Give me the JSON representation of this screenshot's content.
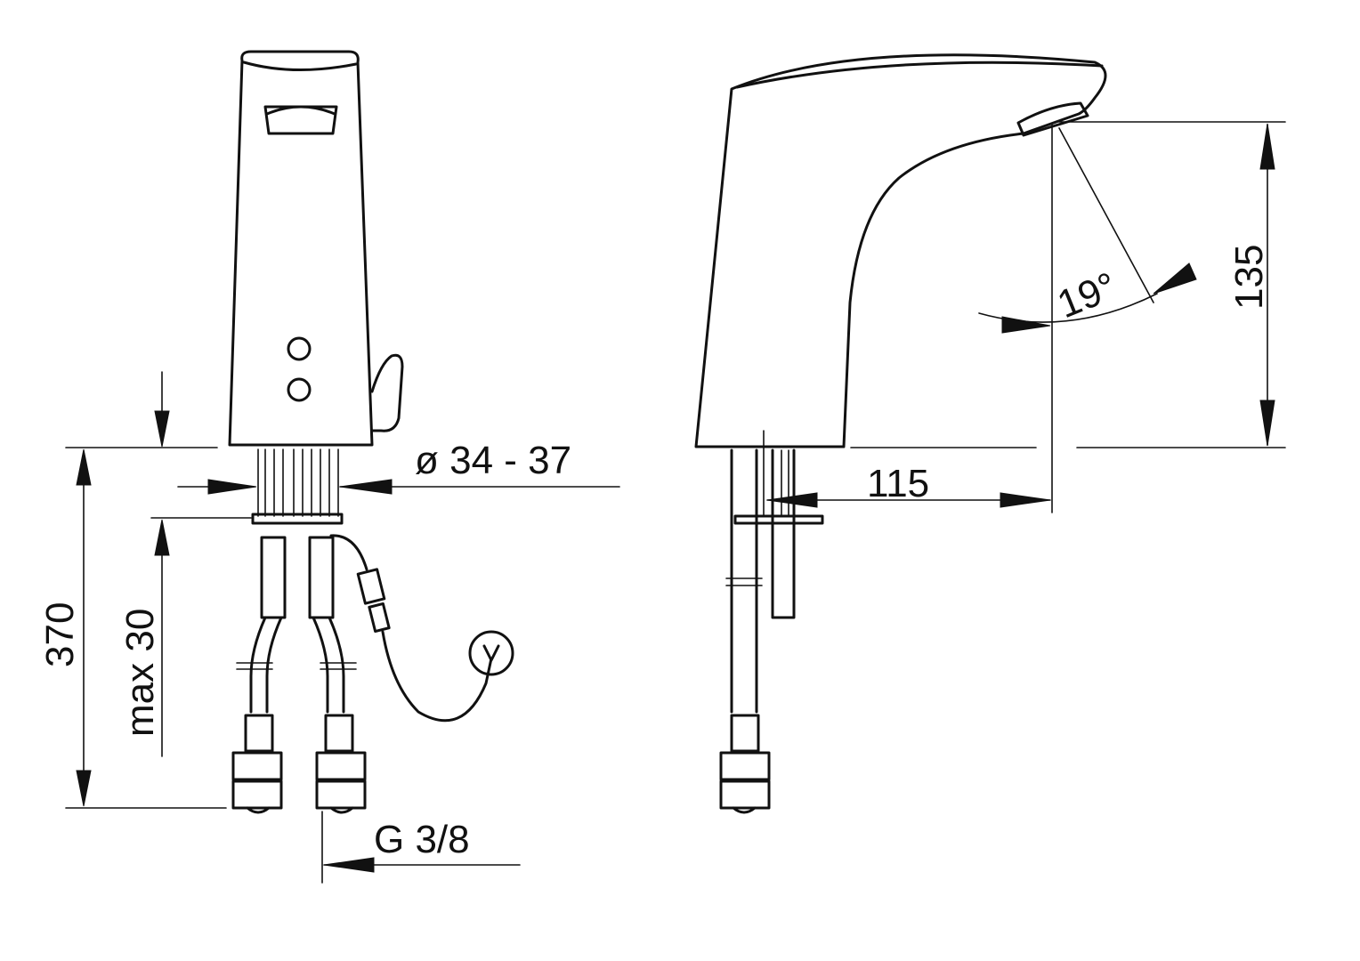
{
  "dimensions": {
    "overall_height": "370",
    "deck_thickness": "max 30",
    "hole_diameter": "ø 34 - 37",
    "connection_thread": "G 3/8",
    "spout_reach": "115",
    "spout_height": "135",
    "sensor_angle": "19°"
  },
  "views": [
    "front-view",
    "side-view"
  ],
  "colors": {
    "line": "#111111",
    "background": "#ffffff"
  }
}
